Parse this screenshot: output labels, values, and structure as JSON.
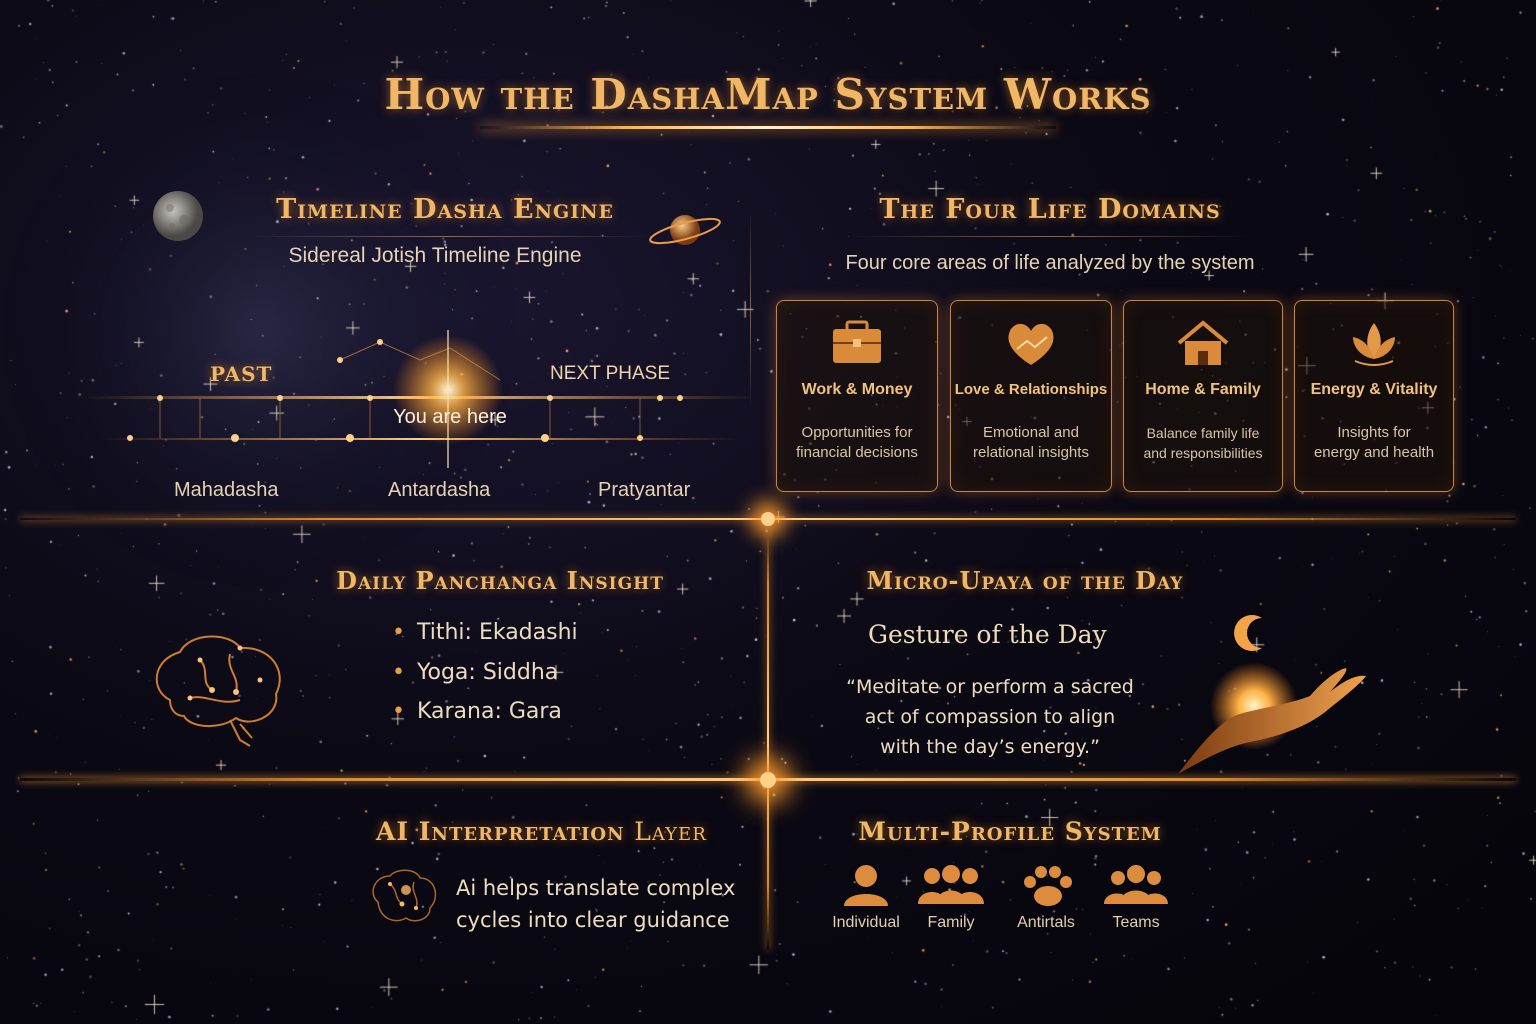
{
  "title": "How the DashaMap System Works",
  "timeline": {
    "title": "Timeline Dasha Engine",
    "subtitle": "Sidereal Jotish Timeline Engine",
    "past_label": "PAST",
    "next_label": "NEXT PHASE",
    "here_label": "You are here",
    "levels": [
      "Mahadasha",
      "Antardasha",
      "Pratyantar"
    ]
  },
  "domains": {
    "title": "The Four Life Domains",
    "subtitle": "Four core areas of life analyzed by the system",
    "cards": [
      {
        "icon": "briefcase-icon",
        "title": "Work & Money",
        "desc1": "Opportunities for",
        "desc2": "financial decisions"
      },
      {
        "icon": "heart-icon",
        "title": "Love & Relationships",
        "desc1": "Emotional and",
        "desc2": "relational insights"
      },
      {
        "icon": "house-icon",
        "title": "Home & Family",
        "desc1": "Balance family life",
        "desc2": "and responsibilities"
      },
      {
        "icon": "lotus-icon",
        "title": "Energy & Vitality",
        "desc1": "Insights for",
        "desc2": "energy and health"
      }
    ]
  },
  "panchanga": {
    "title": "Daily Panchanga Insight",
    "items": [
      "Tithi: Ekadashi",
      "Yoga: Siddha",
      "Karana: Gara"
    ]
  },
  "upaya": {
    "title": "Micro-Upaya of the Day",
    "subtitle": "Gesture of the Day",
    "quote1": "“Meditate or perform a sacred",
    "quote2": "act of compassion to align",
    "quote3": "with the day’s energy.”"
  },
  "ai": {
    "title_main": "AI Interpretation",
    "title_tail": "Layer",
    "line1": "Ai helps translate complex",
    "line2": "cycles into clear guidance"
  },
  "profiles": {
    "title": "Multi-Profile System",
    "items": [
      "Individual",
      "Family",
      "Antirtals",
      "Teams"
    ]
  },
  "colors": {
    "accent": "#f0b866",
    "glow": "#ff9a2e",
    "background": "#07060d"
  }
}
